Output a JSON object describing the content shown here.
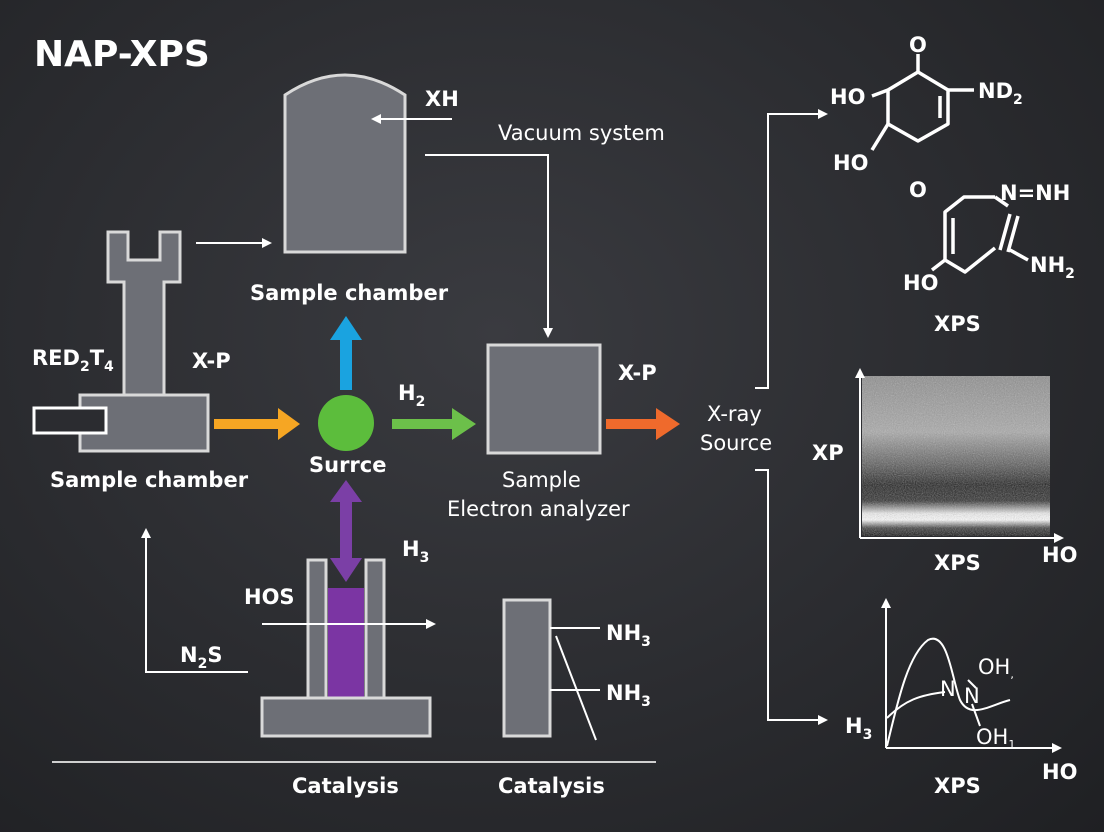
{
  "title": "NAP-XPS",
  "labels": {
    "xh": "XH",
    "vacuum_system": "Vacuum system",
    "sample_chamber_top": "Sample chamber",
    "red2t4_main": "RED",
    "red2t4_sub1": "2",
    "red2t4_t": "T",
    "red2t4_sub2": "4",
    "xp_left": "X-P",
    "sample_chamber_left": "Sample chamber",
    "source": "Surrce",
    "h2_main": "H",
    "h2_sub": "2",
    "xp_mid": "X-P",
    "sample_analyzer_line1": "Sample",
    "sample_analyzer_line2": "Electron analyzer",
    "xray_line1": "X-ray",
    "xray_line2": "Source",
    "h3_mid_main": "H",
    "h3_mid_sub": "3",
    "hos": "HOS",
    "n2s_n": "N",
    "n2s_sub": "2",
    "n2s_s": "S",
    "nh3_a_main": "NH",
    "nh3_a_sub": "3",
    "nh3_b_main": "NH",
    "nh3_b_sub": "3",
    "catalysis_1": "Catalysis",
    "catalysis_2": "Catalysis"
  },
  "molecule_1": {
    "o_top": "O",
    "ho_left": "HO",
    "nd2_main": "ND",
    "nd2_sub": "2",
    "ho_bottom": "HO",
    "o_bottom": "O"
  },
  "molecule_2": {
    "n_eq": "N=NH",
    "ho": "HO",
    "nh2_main": "NH",
    "nh2_sub": "2"
  },
  "panels": {
    "xps_1": "XPS",
    "xp_axis": "XP",
    "xps_2": "XPS",
    "ho_axis_1": "HO",
    "h3_right_main": "H",
    "h3_right_sub": "3",
    "oh_top": "OH",
    "oh_top_sub": ",",
    "n_a": "N",
    "n_b": "N",
    "oh_bottom": "OH",
    "oh_bottom_sub": "1",
    "xps_3": "XPS",
    "ho_axis_2": "HO"
  },
  "colors": {
    "arrow_orange": "#f6a623",
    "arrow_blue": "#1aa3e0",
    "arrow_green": "#6cc04a",
    "arrow_red": "#ef6a2c",
    "arrow_purple": "#7b3fa6",
    "source_circle": "#5cbd3c",
    "purple_fill": "#7b35a3"
  }
}
